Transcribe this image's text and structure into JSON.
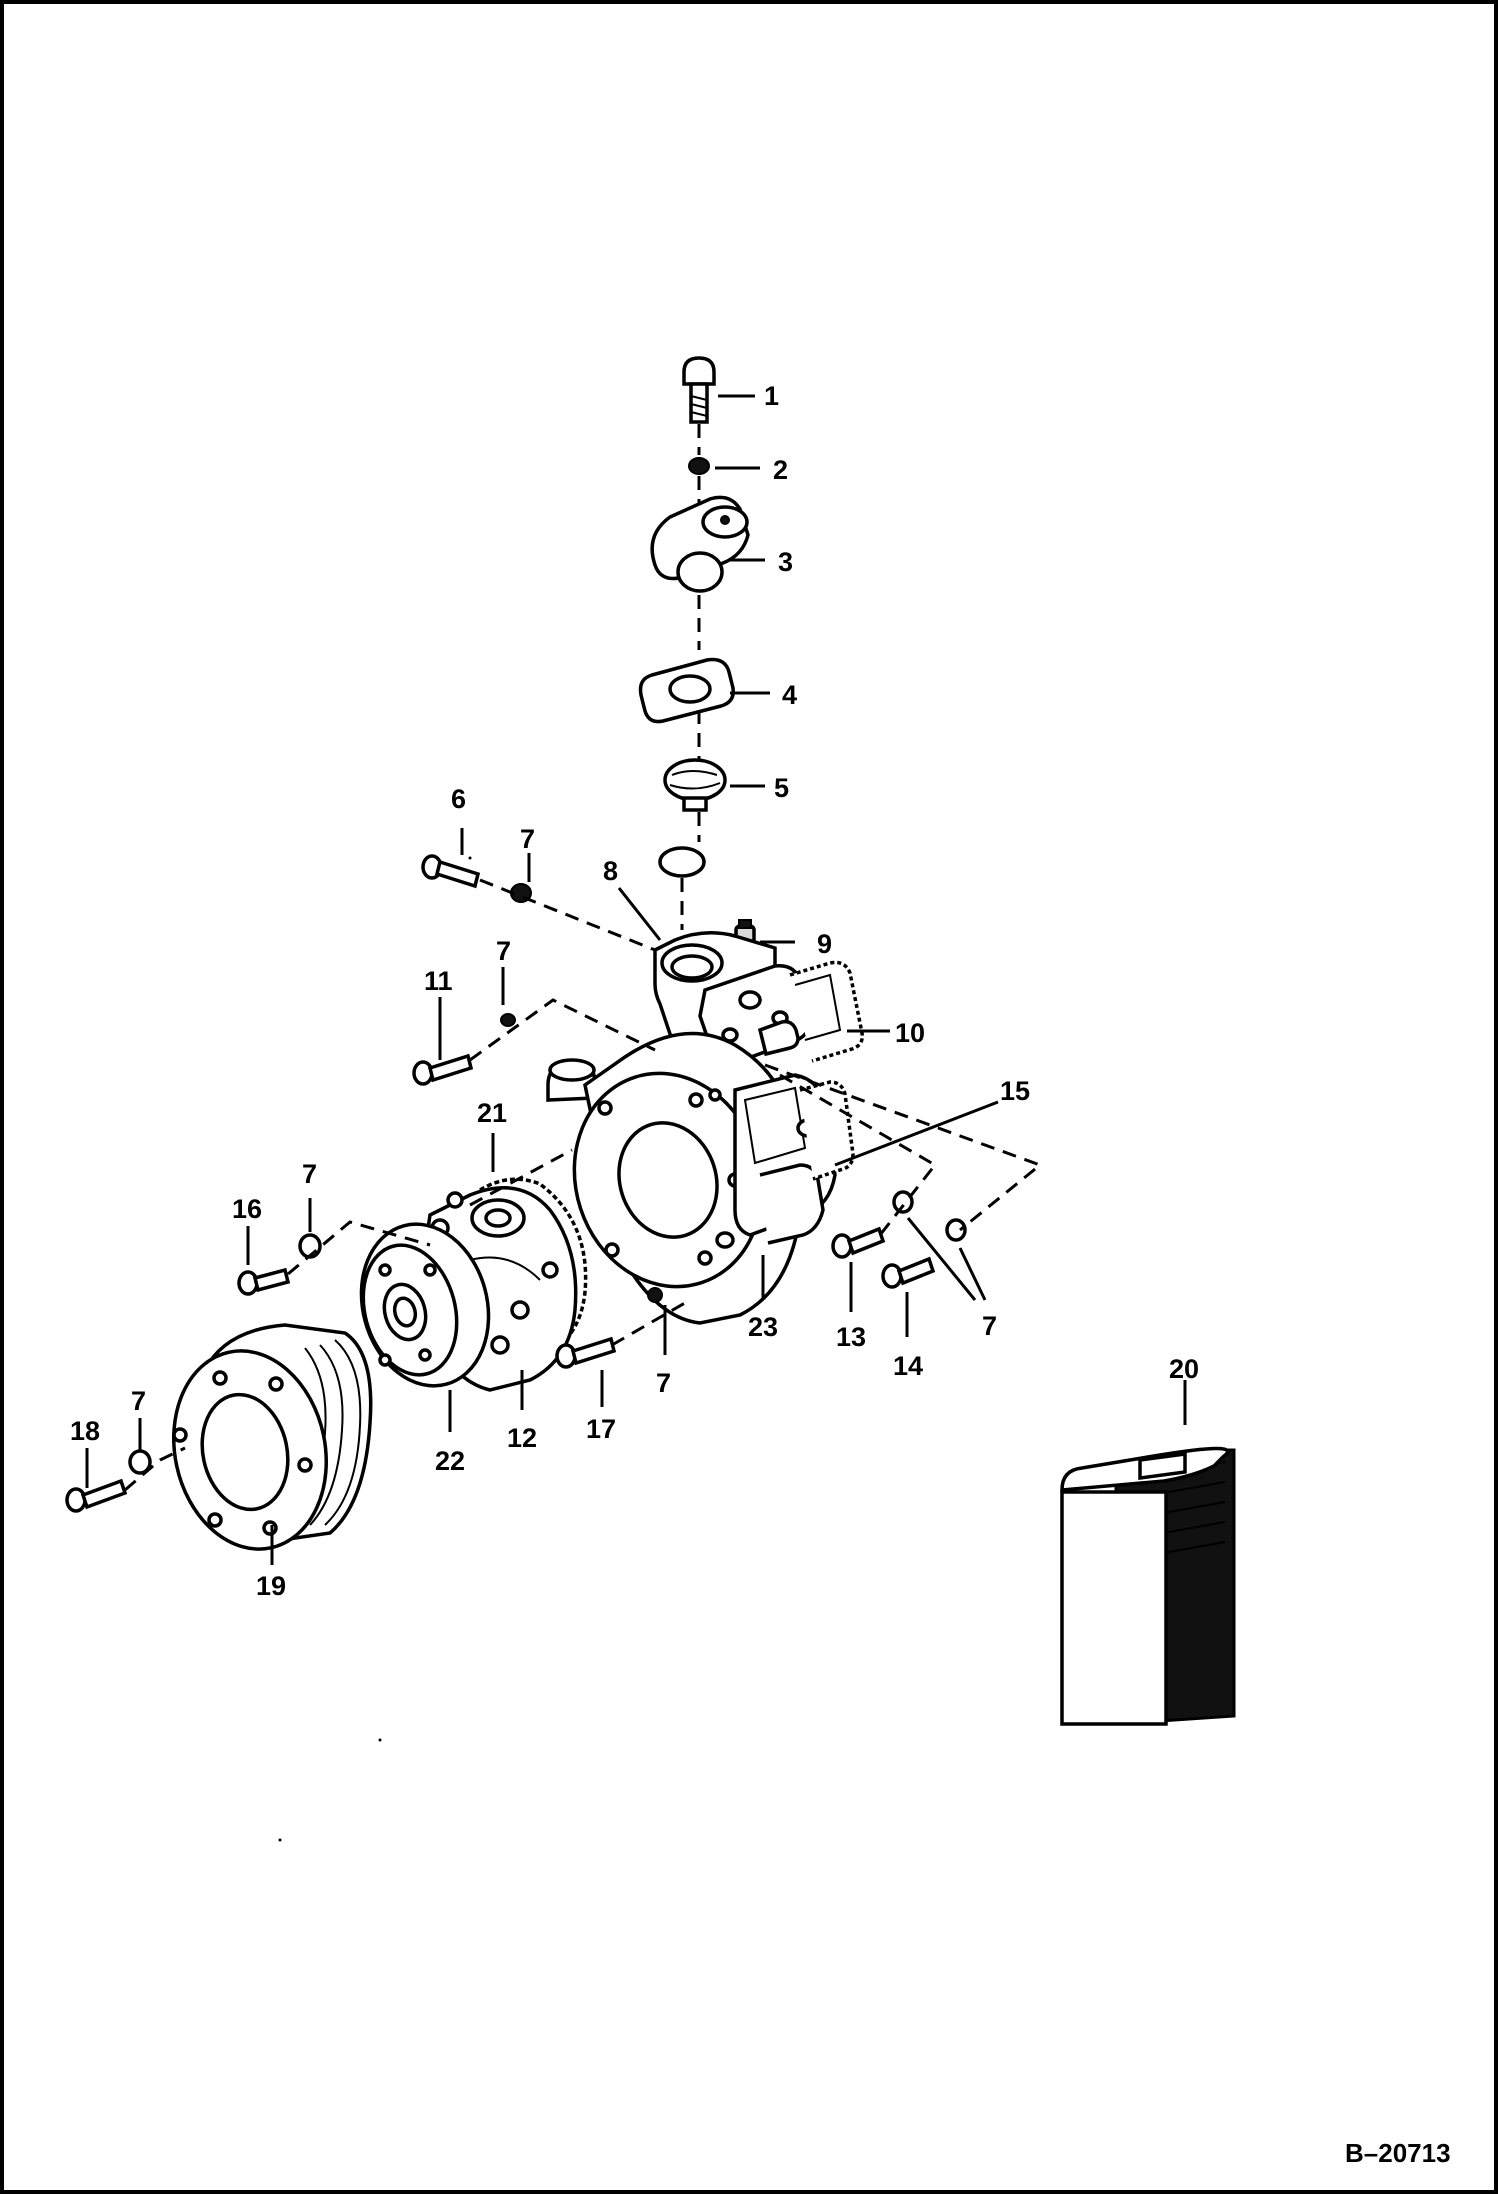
{
  "diagram": {
    "document_id": "B–20713",
    "callouts": [
      {
        "id": "c1",
        "text": "1"
      },
      {
        "id": "c2",
        "text": "2"
      },
      {
        "id": "c3",
        "text": "3"
      },
      {
        "id": "c4",
        "text": "4"
      },
      {
        "id": "c5",
        "text": "5"
      },
      {
        "id": "c6",
        "text": "6"
      },
      {
        "id": "c7a",
        "text": "7"
      },
      {
        "id": "c7b",
        "text": "7"
      },
      {
        "id": "c7c",
        "text": "7"
      },
      {
        "id": "c7d",
        "text": "7"
      },
      {
        "id": "c7e",
        "text": "7"
      },
      {
        "id": "c7f",
        "text": "7"
      },
      {
        "id": "c8",
        "text": "8"
      },
      {
        "id": "c9",
        "text": "9"
      },
      {
        "id": "c10",
        "text": "10"
      },
      {
        "id": "c11",
        "text": "11"
      },
      {
        "id": "c12",
        "text": "12"
      },
      {
        "id": "c13",
        "text": "13"
      },
      {
        "id": "c14",
        "text": "14"
      },
      {
        "id": "c15",
        "text": "15"
      },
      {
        "id": "c16",
        "text": "16"
      },
      {
        "id": "c17",
        "text": "17"
      },
      {
        "id": "c18",
        "text": "18"
      },
      {
        "id": "c19",
        "text": "19"
      },
      {
        "id": "c20",
        "text": "20"
      },
      {
        "id": "c21",
        "text": "21"
      },
      {
        "id": "c22",
        "text": "22"
      },
      {
        "id": "c23",
        "text": "23"
      }
    ]
  }
}
